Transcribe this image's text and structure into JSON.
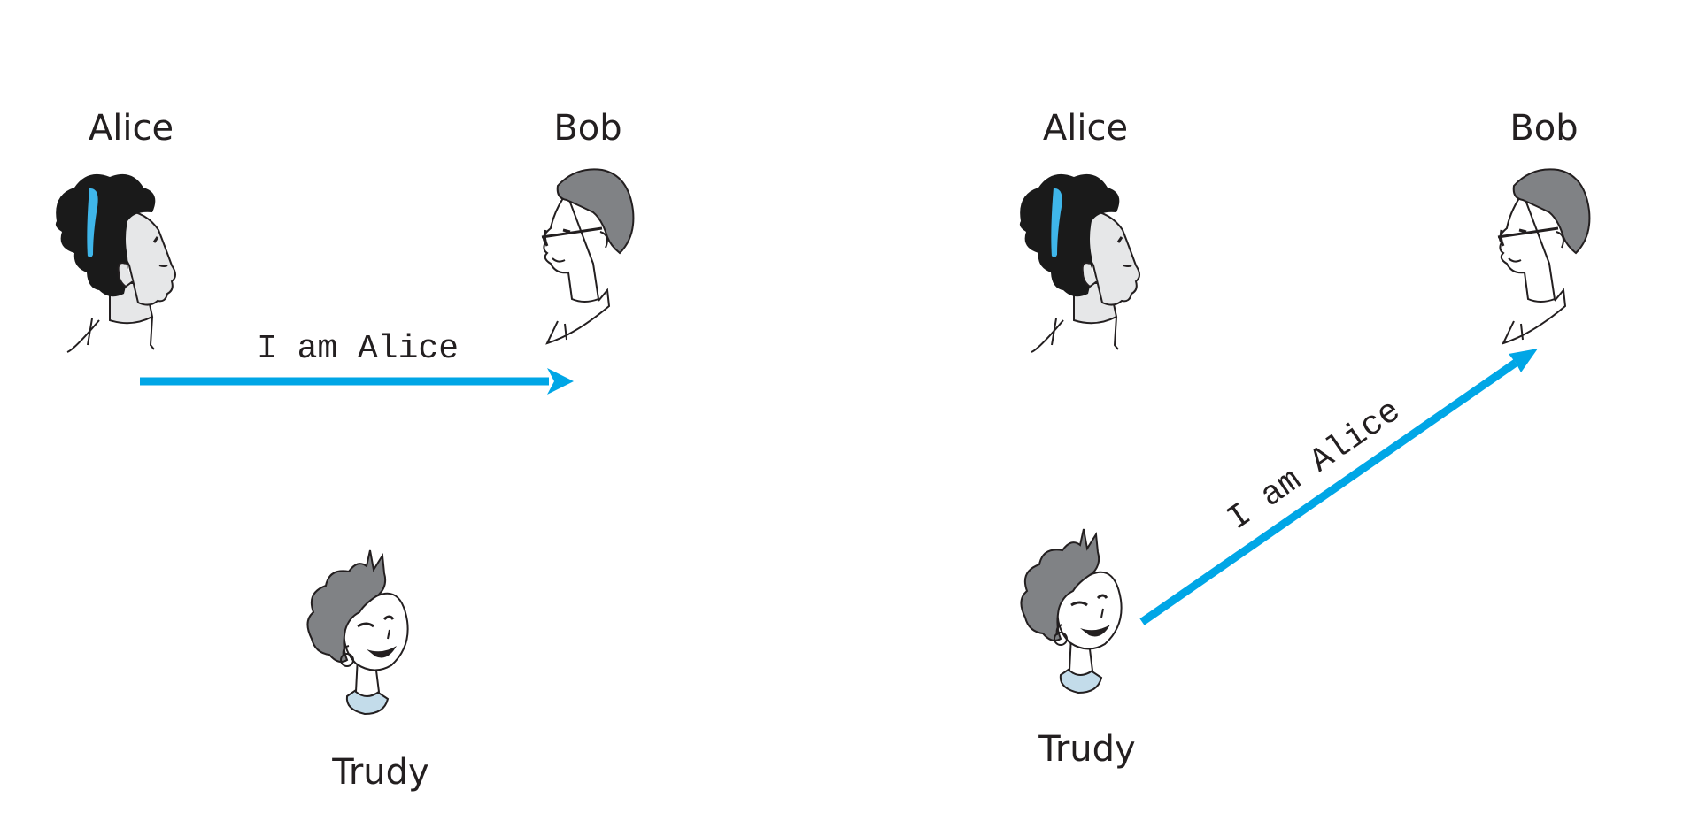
{
  "colors": {
    "arrow": "#00a6e6",
    "ink": "#231f20",
    "hair_dark": "#1a1a1a",
    "hair_grey": "#808285",
    "skin": "#e6e7e8",
    "headband": "#3fb6ea",
    "collar": "#c3dcea"
  },
  "scene_left": {
    "alice_label": "Alice",
    "bob_label": "Bob",
    "trudy_label": "Trudy",
    "message": "I am Alice"
  },
  "scene_right": {
    "alice_label": "Alice",
    "bob_label": "Bob",
    "trudy_label": "Trudy",
    "message": "I am Alice"
  }
}
